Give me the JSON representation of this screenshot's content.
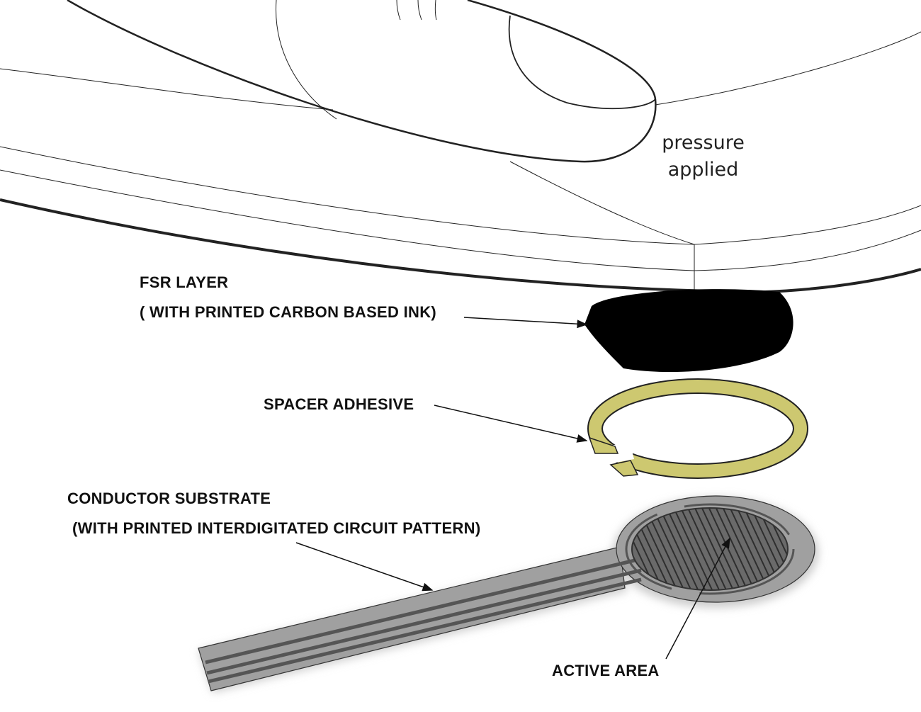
{
  "pressure_label": [
    "pressure",
    "applied"
  ],
  "labels": {
    "fsr_layer": "FSR LAYER",
    "fsr_layer_sub": "( WITH PRINTED CARBON BASED INK)",
    "spacer": "SPACER ADHESIVE",
    "conductor": "CONDUCTOR SUBSTRATE",
    "conductor_sub": "(WITH PRINTED INTERDIGITATED CIRCUIT PATTERN)",
    "active_area": "ACTIVE AREA"
  },
  "colors": {
    "fsr_ink": "#000000",
    "spacer": "#cdc870",
    "substrate": "#a0a0a0",
    "circuit": "#555555"
  }
}
